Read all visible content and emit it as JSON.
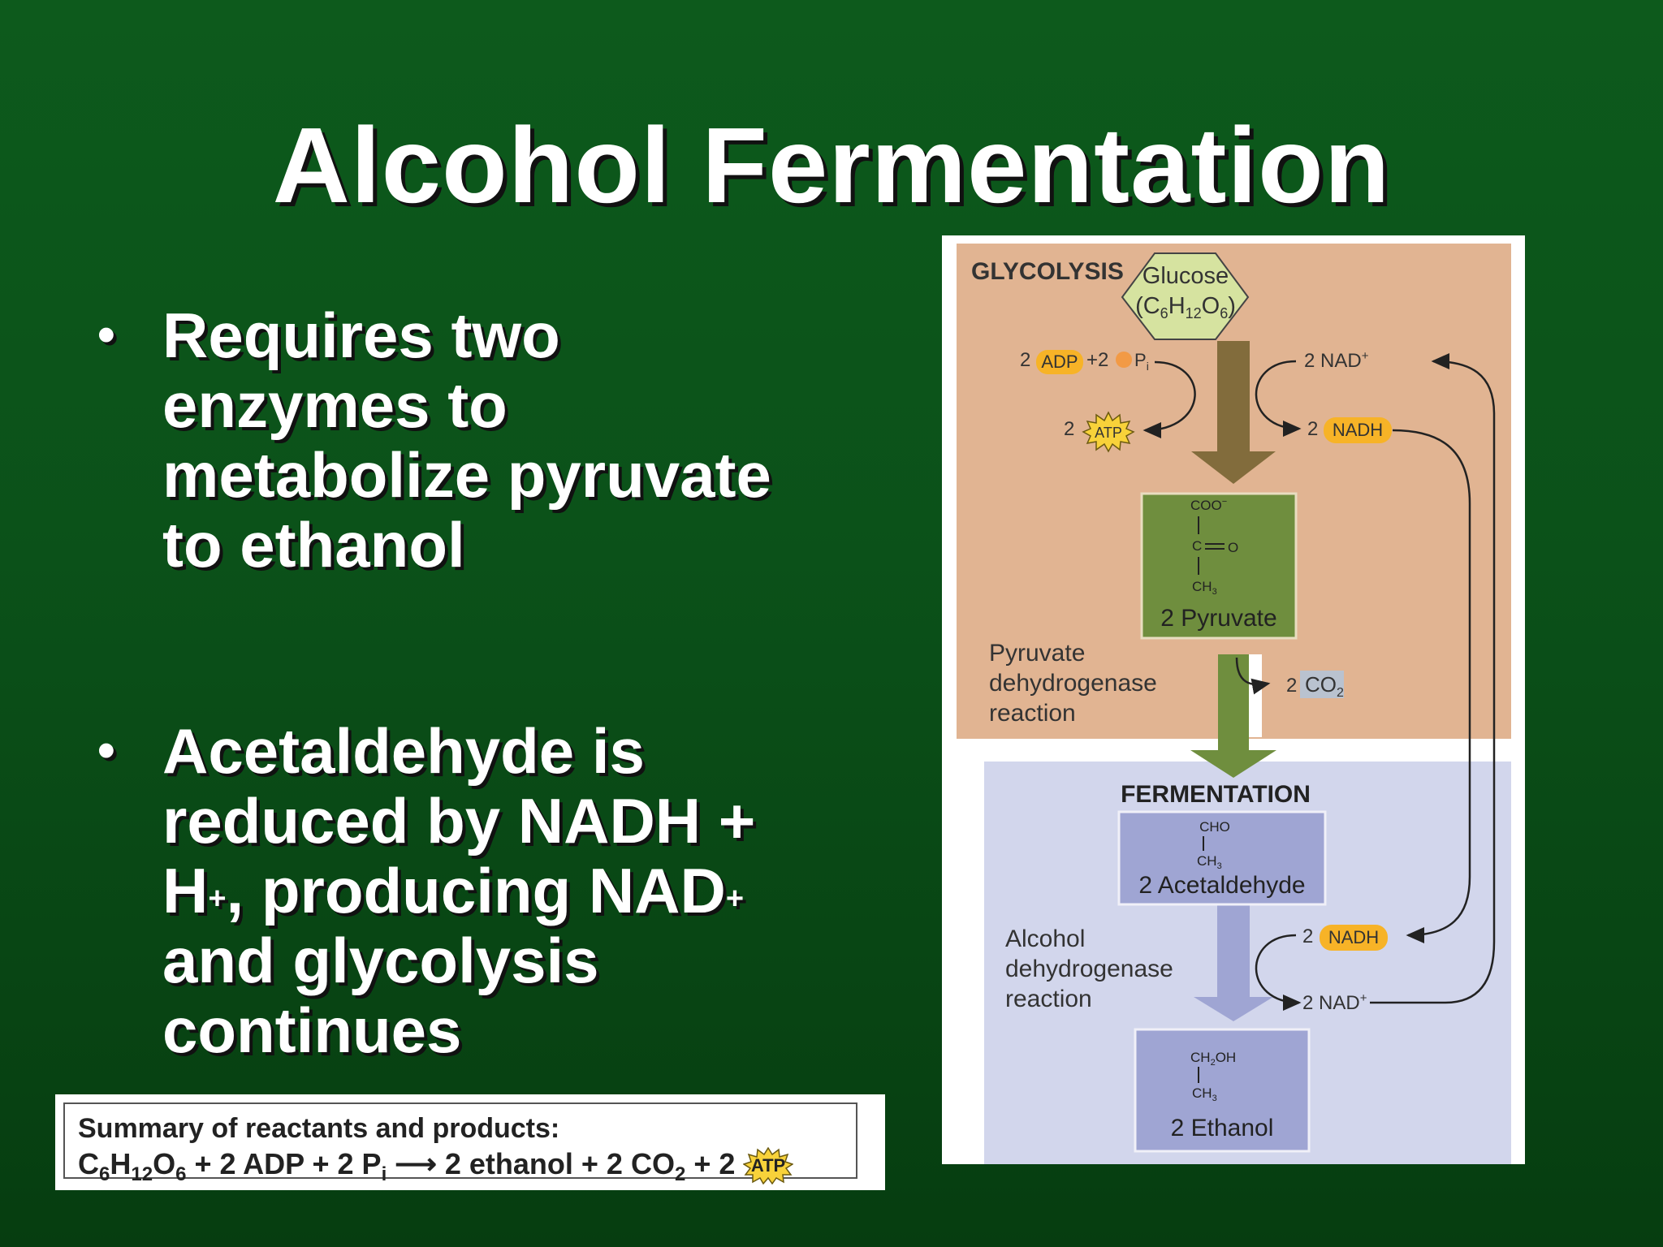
{
  "slide": {
    "title": "Alcohol Fermentation",
    "bullets": [
      "Requires two enzymes to metabolize pyruvate to ethanol",
      {
        "parts": [
          "Acetaldehyde is reduced by NADH + H",
          "+",
          ", producing NAD",
          "+",
          " and glycolysis continues"
        ]
      }
    ],
    "bullet_1": "Requires two enzymes to metabolize pyruvate to ethanol",
    "bullet_2_a": "Acetaldehyde is reduced by NADH + H",
    "bullet_2_sup1": "+",
    "bullet_2_b": ", producing NAD",
    "bullet_2_sup2": "+",
    "bullet_2_c": " and glycolysis continues",
    "bullet_symbol": "•"
  },
  "summary": {
    "heading": "Summary of reactants and products:",
    "eq_parts": {
      "c": "C",
      "c_sub": "6",
      "h": "H",
      "h_sub": "12",
      "o": "O",
      "o_sub": "6",
      "plus_adp": " + 2 ADP + 2 P",
      "pi_sub": "i",
      "arrow": " ⟶ ",
      "ethanol": "2 ethanol + 2 CO",
      "co2_sub": "2",
      "plus2": " + 2 ",
      "atp": "ATP"
    }
  },
  "diagram": {
    "colors": {
      "glycolysis_bg": "#e1b492",
      "fermentation_bg": "#d2d6ec",
      "glucose_fill": "#d6e3a0",
      "pyruvate_fill": "#6f8e3e",
      "acetaldehyde_fill": "#9fa5d3",
      "ethanol_fill": "#9fa5d3",
      "nadh_fill": "#f7b327",
      "atp_fill": "#f8d23a",
      "arrow_brown": "#826c3c",
      "arrow_green": "#6f8e3e",
      "arrow_purple": "#9fa5d3"
    },
    "glycolysis_label": "GLYCOLYSIS",
    "fermentation_label": "FERMENTATION",
    "glucose": {
      "name": "Glucose",
      "formula_c": "(C",
      "sub6a": "6",
      "h": "H",
      "sub12": "12",
      "o": "O",
      "sub6b": "6",
      "close": ")"
    },
    "adp": {
      "prefix": "2",
      "adp": "ADP",
      "plus2": "+2",
      "pi": "P",
      "pi_sub": "i"
    },
    "atp": {
      "prefix": "2",
      "label": "ATP"
    },
    "nad_top": {
      "label": "2 NAD",
      "sup": "+"
    },
    "nadh_top": {
      "prefix": "2",
      "label": "NADH"
    },
    "pyruvate": {
      "coo": "COO",
      "coo_sup": "−",
      "c": "C",
      "o": "O",
      "ch": "CH",
      "ch_sub": "3",
      "name": "2 Pyruvate"
    },
    "pdh_reaction": [
      "Pyruvate",
      "dehydrogenase",
      "reaction"
    ],
    "co2": {
      "prefix": "2",
      "label": "CO",
      "sub": "2"
    },
    "acetaldehyde": {
      "cho": "CHO",
      "ch": "CH",
      "ch_sub": "3",
      "name": "2 Acetaldehyde"
    },
    "adh_reaction": [
      "Alcohol",
      "dehydrogenase",
      "reaction"
    ],
    "nadh_bottom": {
      "prefix": "2",
      "label": "NADH"
    },
    "nad_bottom": {
      "label": "2 NAD",
      "sup": "+"
    },
    "ethanol": {
      "ch2oh_a": "CH",
      "ch2oh_sub": "2",
      "ch2oh_b": "OH",
      "ch": "CH",
      "ch_sub": "3",
      "name": "2 Ethanol"
    }
  }
}
